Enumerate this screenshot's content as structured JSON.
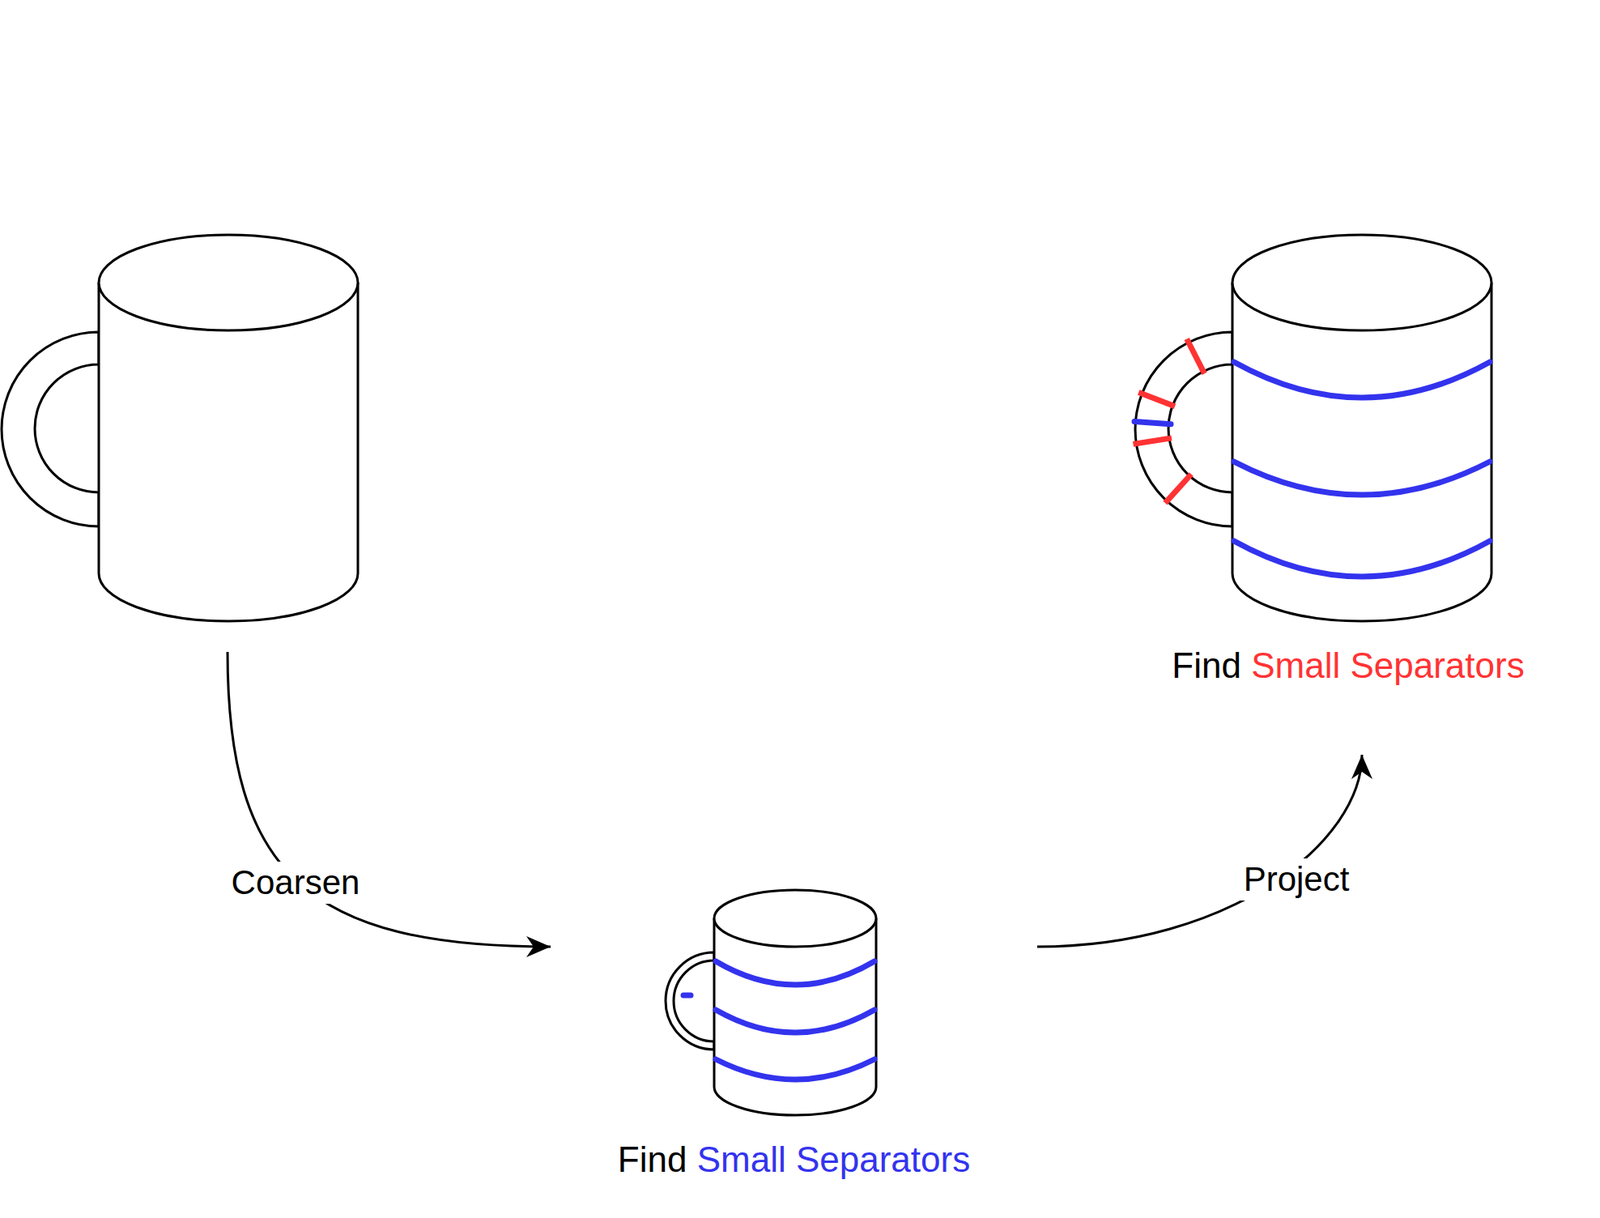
{
  "diagram": {
    "nodes": [
      {
        "text": []
      },
      {
        "text": [
          "Find",
          "Small Separators"
        ]
      },
      {
        "text": [
          "Find",
          "Small Separators"
        ]
      }
    ],
    "edges": [
      {
        "from": 0,
        "to": 1,
        "label": "Coarsen",
        "arrow": "to"
      },
      {
        "from": 1,
        "to": 2,
        "label": "Project",
        "arrow": "to"
      }
    ]
  }
}
